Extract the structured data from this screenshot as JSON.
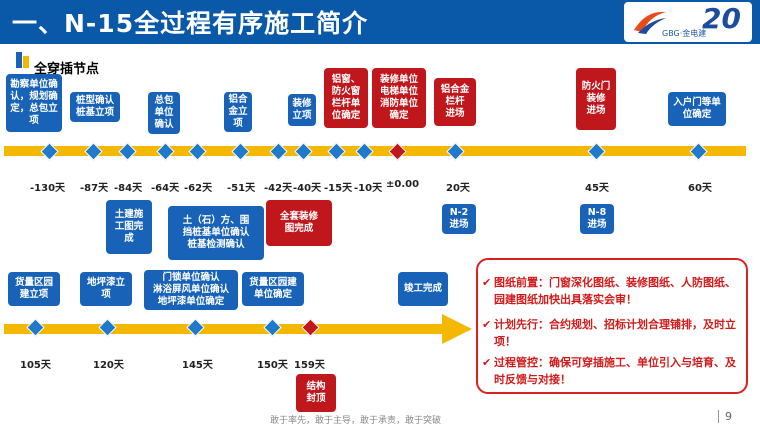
{
  "header": {
    "title": "一、N-15全过程有序施工简介",
    "logo_text": "GBG·金电建",
    "logo_anniversary": "20"
  },
  "subtitle": "全穿插节点",
  "colors": {
    "header_bg": "#0a58a8",
    "blue_box": "#1863b8",
    "red_box": "#c0171c",
    "bar": "#f5b800"
  },
  "row1": {
    "ticks": [
      "-130天",
      "-87天",
      "-84天",
      "-64天",
      "-62天",
      "-51天",
      "-42天",
      "-40天",
      "-15天",
      "-10天",
      "±0.00",
      "20天",
      "45天",
      "60天"
    ],
    "boxes_above": [
      {
        "text": "勘察单位确认，规划确定，总包立项",
        "style": "blue"
      },
      {
        "text": "桩型确认\n桩基立项",
        "style": "blue"
      },
      {
        "text": "总包\n单位\n确认",
        "style": "blue"
      },
      {
        "text": "铝合\n金立\n项",
        "style": "blue"
      },
      {
        "text": "装修\n立项",
        "style": "blue"
      },
      {
        "text": "铝窗、\n防火窗\n栏杆单\n位确定",
        "style": "red"
      },
      {
        "text": "装修单位\n电梯单位\n消防单位\n确定",
        "style": "red"
      },
      {
        "text": "铝合金\n栏杆\n进场",
        "style": "red"
      },
      {
        "text": "防火门\n装修\n进场",
        "style": "red"
      },
      {
        "text": "入户门等单\n位确定",
        "style": "blue"
      }
    ],
    "boxes_below": [
      {
        "text": "土建施\n工图完\n成",
        "style": "blue"
      },
      {
        "text": "土（石）方、围\n挡桩基单位确认\n桩基检测确认",
        "style": "blue"
      },
      {
        "text": "全套装修\n图完成",
        "style": "red"
      },
      {
        "text": "N-2\n进场",
        "style": "blue"
      },
      {
        "text": "N-8\n进场",
        "style": "blue"
      }
    ]
  },
  "row2": {
    "ticks": [
      "105天",
      "120天",
      "145天",
      "150天",
      "159天"
    ],
    "boxes_above": [
      {
        "text": "货量区园\n建立项",
        "style": "blue"
      },
      {
        "text": "地坪漆立\n项",
        "style": "blue"
      },
      {
        "text": "门锁单位确认\n淋浴屏风单位确认\n地坪漆单位确定",
        "style": "blue"
      },
      {
        "text": "货量区园建\n单位确定",
        "style": "blue"
      },
      {
        "text": "竣工完成",
        "style": "blue"
      }
    ],
    "boxes_below": [
      {
        "text": "结构\n封顶",
        "style": "red"
      }
    ]
  },
  "notes": [
    "图纸前置：门窗深化图纸、装修图纸、人防图纸、园建图纸加快出具落实会审！",
    "计划先行：合约规划、招标计划合理铺排，及时立项！",
    "过程管控：确保可穿插施工、单位引入与培育、及时反馈与对接！"
  ],
  "footer": {
    "slogan": "敢于率先，敢于主导，敢于承责，敢于突破",
    "page": "9"
  }
}
